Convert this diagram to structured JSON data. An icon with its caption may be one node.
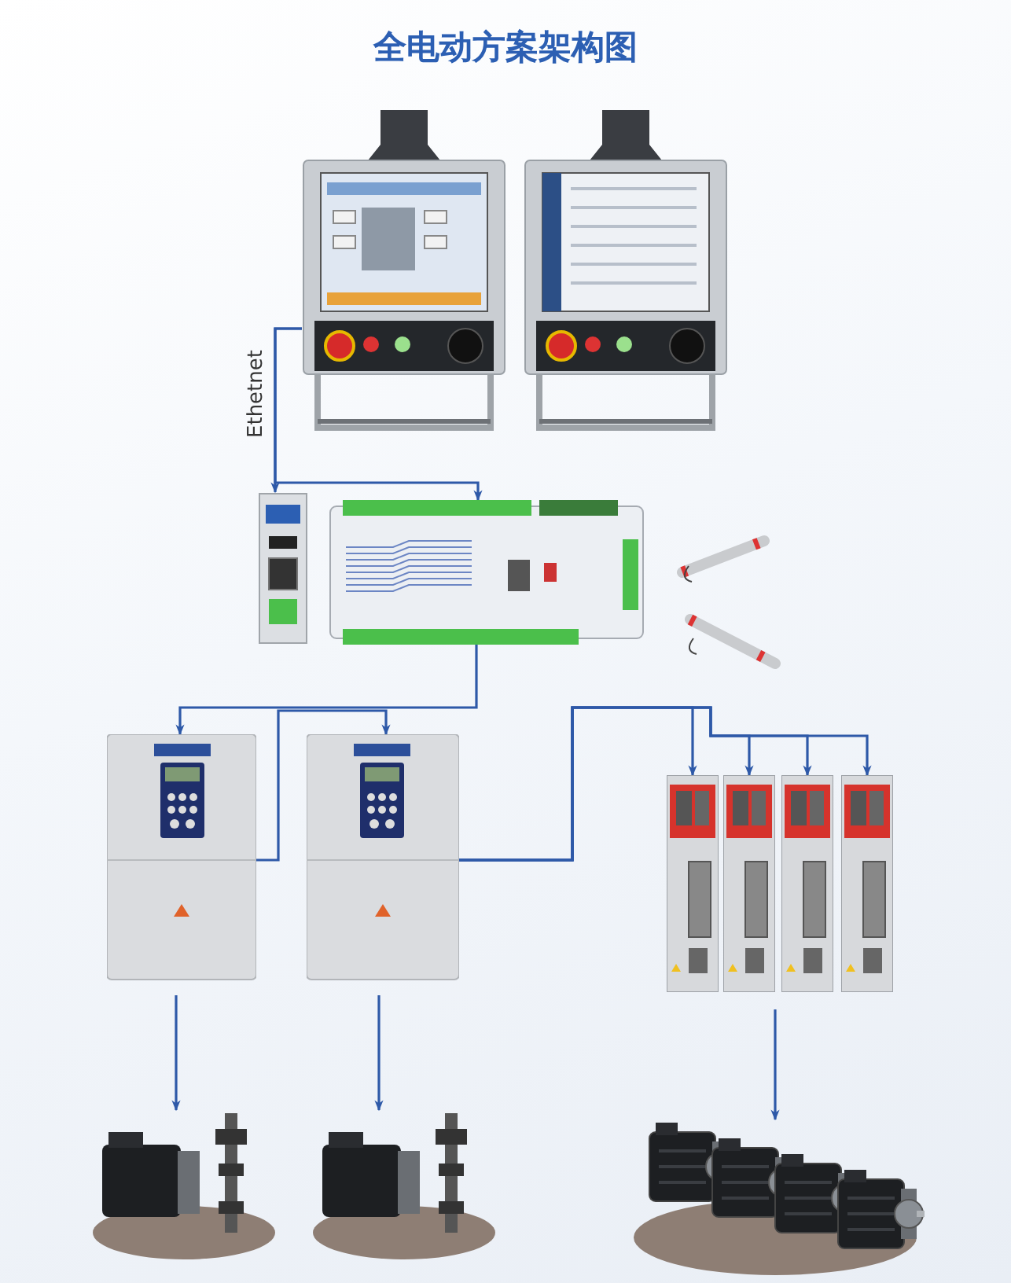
{
  "diagram": {
    "title": "全电动方案架构图",
    "nodes": [
      {
        "text": [],
        "shape": "picture"
      },
      {
        "text": [],
        "shape": "picture"
      },
      {
        "text": [],
        "shape": "picture"
      },
      {
        "text": [],
        "shape": "picture"
      },
      {
        "text": [],
        "shape": "picture"
      },
      {
        "text": [],
        "shape": "picture"
      },
      {
        "text": [],
        "shape": "picture"
      },
      {
        "text": [],
        "shape": "picture"
      },
      {
        "text": [],
        "shape": "picture"
      },
      {
        "text": [],
        "shape": "picture"
      },
      {
        "text": [],
        "shape": "picture"
      },
      {
        "text": [],
        "shape": "picture"
      },
      {
        "text": [],
        "shape": "picture"
      }
    ],
    "edges": [
      {
        "from": 0,
        "to": 2,
        "arrow": "to",
        "label": "Ethetnet"
      },
      {
        "from": 0,
        "to": 3,
        "arrow": "to"
      },
      {
        "from": 3,
        "to": 4,
        "arrow": "to"
      },
      {
        "from": 4,
        "to": 5,
        "arrow": "to"
      },
      {
        "from": 5,
        "to": 6,
        "arrow": "to"
      },
      {
        "from": 5,
        "to": 7,
        "arrow": "to"
      },
      {
        "from": 5,
        "to": 8,
        "arrow": "to"
      },
      {
        "from": 5,
        "to": 9,
        "arrow": "to"
      },
      {
        "from": 4,
        "to": 10,
        "arrow": "to"
      },
      {
        "from": 5,
        "to": 11,
        "arrow": "to"
      },
      {
        "from": 7,
        "to": 12,
        "arrow": "to"
      }
    ]
  }
}
